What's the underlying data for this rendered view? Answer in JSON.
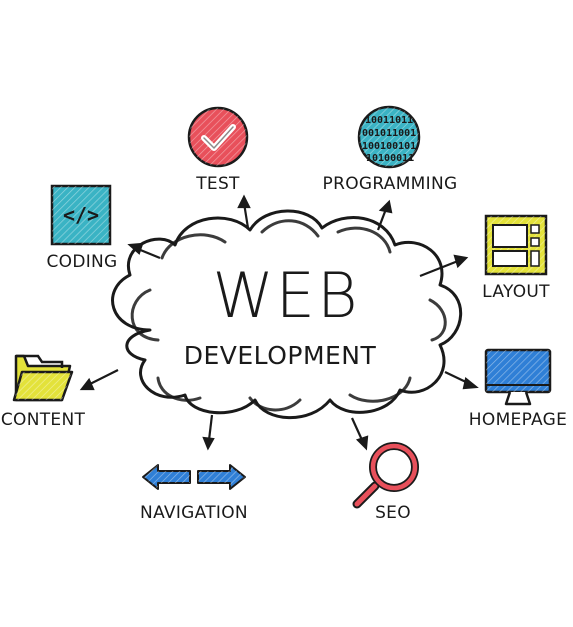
{
  "diagram": {
    "title": "WEB",
    "subtitle": "DEVELOPMENT",
    "nodes": [
      {
        "id": "test",
        "label": "TEST",
        "icon": "checkmark-icon",
        "color": "#e8505b"
      },
      {
        "id": "programming",
        "label": "PROGRAMMING",
        "icon": "binary-code-icon",
        "color": "#3ab3c4"
      },
      {
        "id": "coding",
        "label": "CODING",
        "icon": "code-brackets-icon",
        "color": "#3ab3c4"
      },
      {
        "id": "layout",
        "label": "LAYOUT",
        "icon": "layout-icon",
        "color": "#e3e23a"
      },
      {
        "id": "content",
        "label": "CONTENT",
        "icon": "folder-icon",
        "color": "#e3e23a"
      },
      {
        "id": "homepage",
        "label": "HOMEPAGE",
        "icon": "monitor-icon",
        "color": "#2f7fd6"
      },
      {
        "id": "navigation",
        "label": "NAVIGATION",
        "icon": "arrows-icon",
        "color": "#2f7fd6"
      },
      {
        "id": "seo",
        "label": "SEO",
        "icon": "magnifier-icon",
        "color": "#e8505b"
      }
    ]
  }
}
